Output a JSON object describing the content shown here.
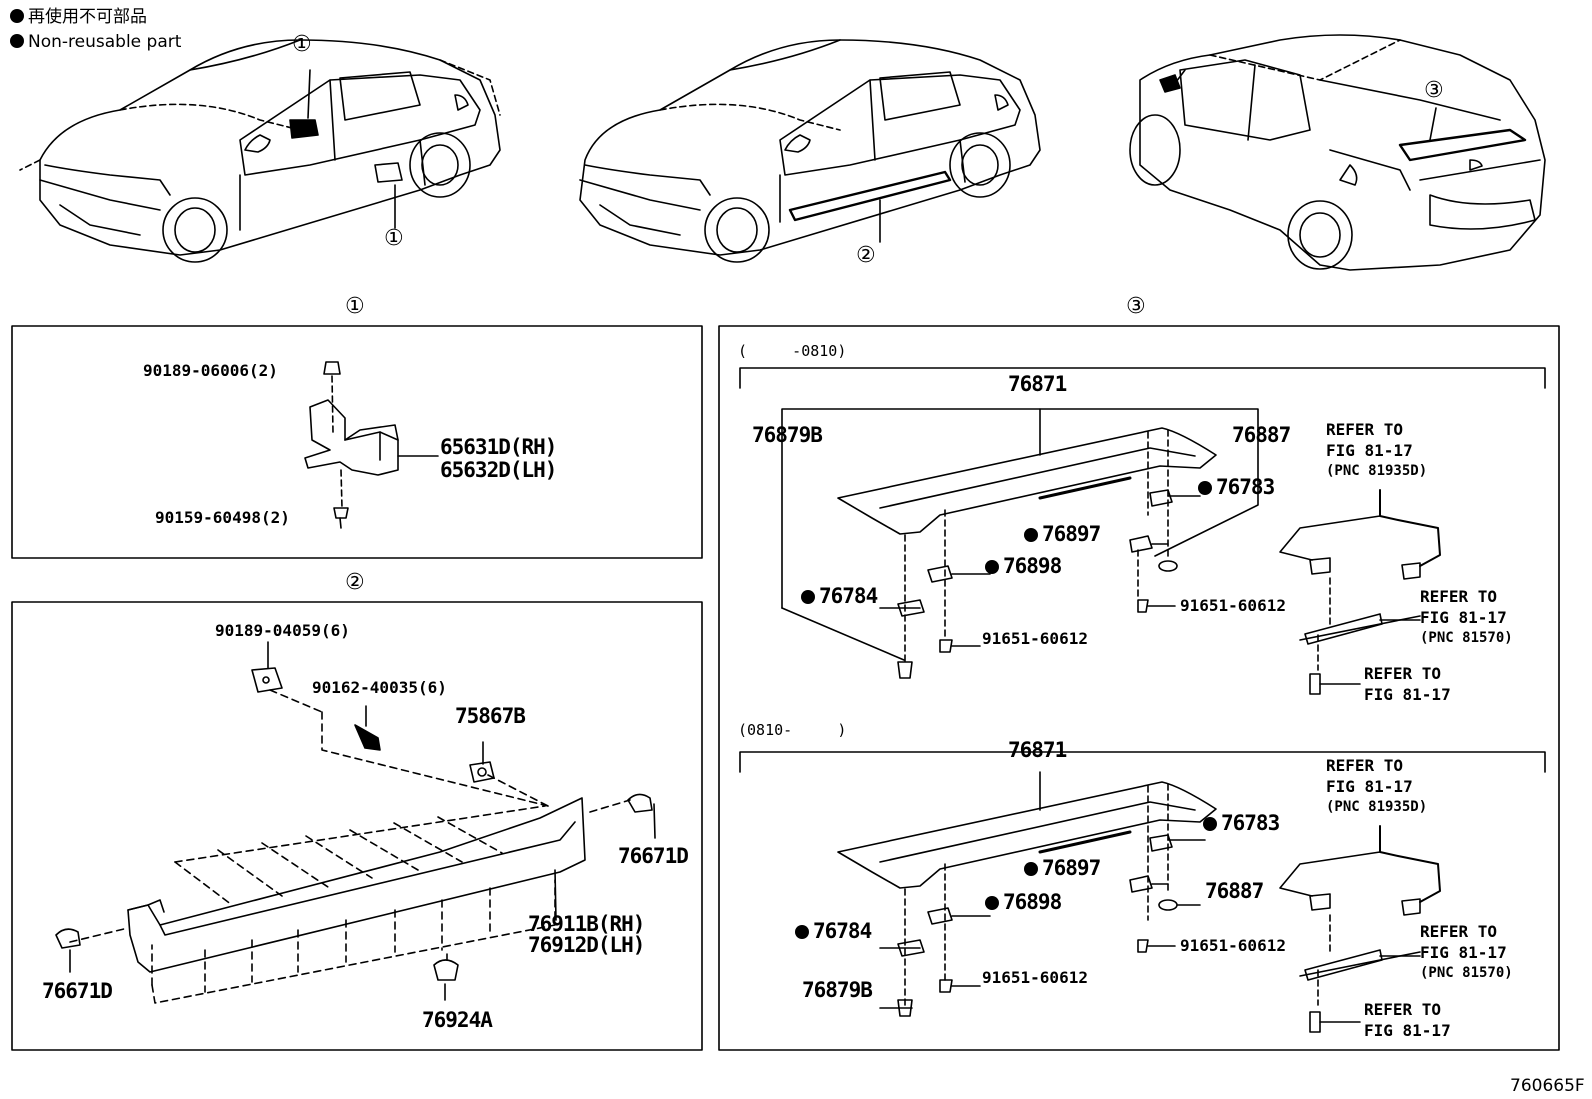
{
  "legend": {
    "line1": "再使用不可部品",
    "line2": "Non-reusable part"
  },
  "circled": {
    "one": "①",
    "two": "②",
    "three": "③"
  },
  "panel1": {
    "p1": "90189-06006(2)",
    "p2a": "65631D(RH)",
    "p2b": "65632D(LH)",
    "p3": "90159-60498(2)"
  },
  "panel2": {
    "p1": "90189-04059(6)",
    "p2": "90162-40035(6)",
    "p3": "75867B",
    "p4": "76671D",
    "p5a": "76911B(RH)",
    "p5b": "76912D(LH)",
    "p6": "76671D",
    "p7": "76924A"
  },
  "panel3": {
    "top": {
      "range": "(     -0810)",
      "p76871": "76871",
      "p76879B": "76879B",
      "p76887": "76887",
      "p76783": "76783",
      "p76897": "76897",
      "p76898": "76898",
      "p76784": "76784",
      "bolt1": "91651-60612",
      "bolt2": "91651-60612",
      "ref1a": "REFER TO",
      "ref1b": "FIG 81-17",
      "ref1c": "(PNC 81935D)",
      "ref2a": "REFER TO",
      "ref2b": "FIG 81-17",
      "ref2c": "(PNC 81570)",
      "ref3a": "REFER TO",
      "ref3b": "FIG 81-17"
    },
    "bottom": {
      "range": "(0810-     )",
      "p76871": "76871",
      "p76783": "76783",
      "p76897": "76897",
      "p76887": "76887",
      "p76898": "76898",
      "p76784": "76784",
      "p76879B": "76879B",
      "bolt1": "91651-60612",
      "bolt2": "91651-60612",
      "ref1a": "REFER TO",
      "ref1b": "FIG 81-17",
      "ref1c": "(PNC 81935D)",
      "ref2a": "REFER TO",
      "ref2b": "FIG 81-17",
      "ref2c": "(PNC 81570)",
      "ref3a": "REFER TO",
      "ref3b": "FIG 81-17"
    }
  },
  "figure_id": "760665F"
}
